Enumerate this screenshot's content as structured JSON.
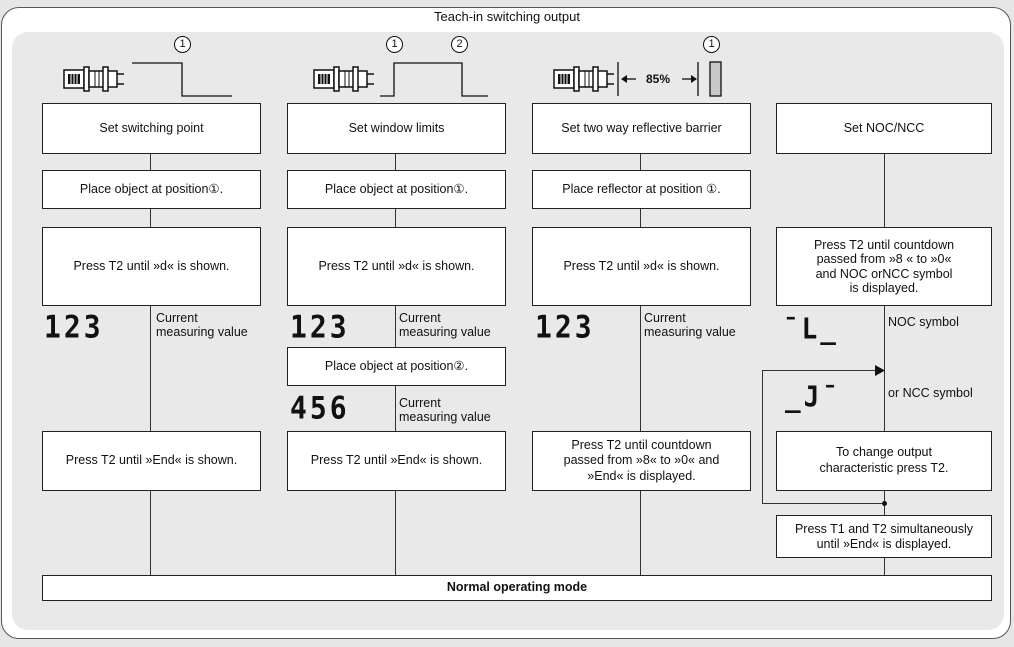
{
  "title": "Teach-in switching output",
  "position_markers": [
    "1",
    "1",
    "2",
    "1"
  ],
  "columns": [
    {
      "header": "Set switching point",
      "steps": [
        "Place object at position①.",
        "Press T2 until »d« is shown."
      ],
      "display1": "123",
      "display1_label": "Current\nmeasuring value",
      "final": "Press T2 until »End« is shown."
    },
    {
      "header": "Set window limits",
      "steps": [
        "Place object at position①.",
        "Press T2 until »d« is shown."
      ],
      "display1": "123",
      "display1_label": "Current\nmeasuring value",
      "mid_step": "Place object at position②.",
      "display2": "456",
      "display2_label": "Current\nmeasuring value",
      "final": "Press T2 until »End« is shown."
    },
    {
      "header": "Set two way reflective barrier",
      "steps": [
        "Place reflector at position ①.",
        "Press T2 until »d« is shown."
      ],
      "display1": "123",
      "display1_label": "Current\nmeasuring value",
      "final": "Press T2 until countdown\npassed from »8« to »0« and\n»End« is displayed.",
      "percent": "85%"
    },
    {
      "header": "Set NOC/NCC",
      "step1": "Press T2 until countdown\npassed from »8 « to »0«\nand NOC orNCC symbol\nis displayed.",
      "noc_display": "¯L_",
      "noc_label": "NOC symbol",
      "ncc_display": "_J¯",
      "ncc_label": "or NCC symbol",
      "change": "To change output\ncharacteristic press T2.",
      "final": "Press T1 and T2 simultaneously\nuntil »End« is displayed."
    }
  ],
  "bottom": "Normal operating mode"
}
